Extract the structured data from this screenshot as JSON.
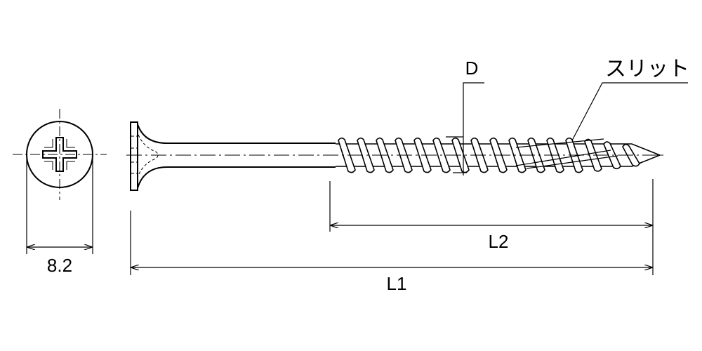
{
  "diagram": {
    "labels": {
      "head_diameter": "8.2",
      "overall_length": "L1",
      "thread_length": "L2",
      "diameter": "D",
      "slit": "スリット"
    },
    "colors": {
      "line": "#000000",
      "background": "#ffffff"
    }
  }
}
